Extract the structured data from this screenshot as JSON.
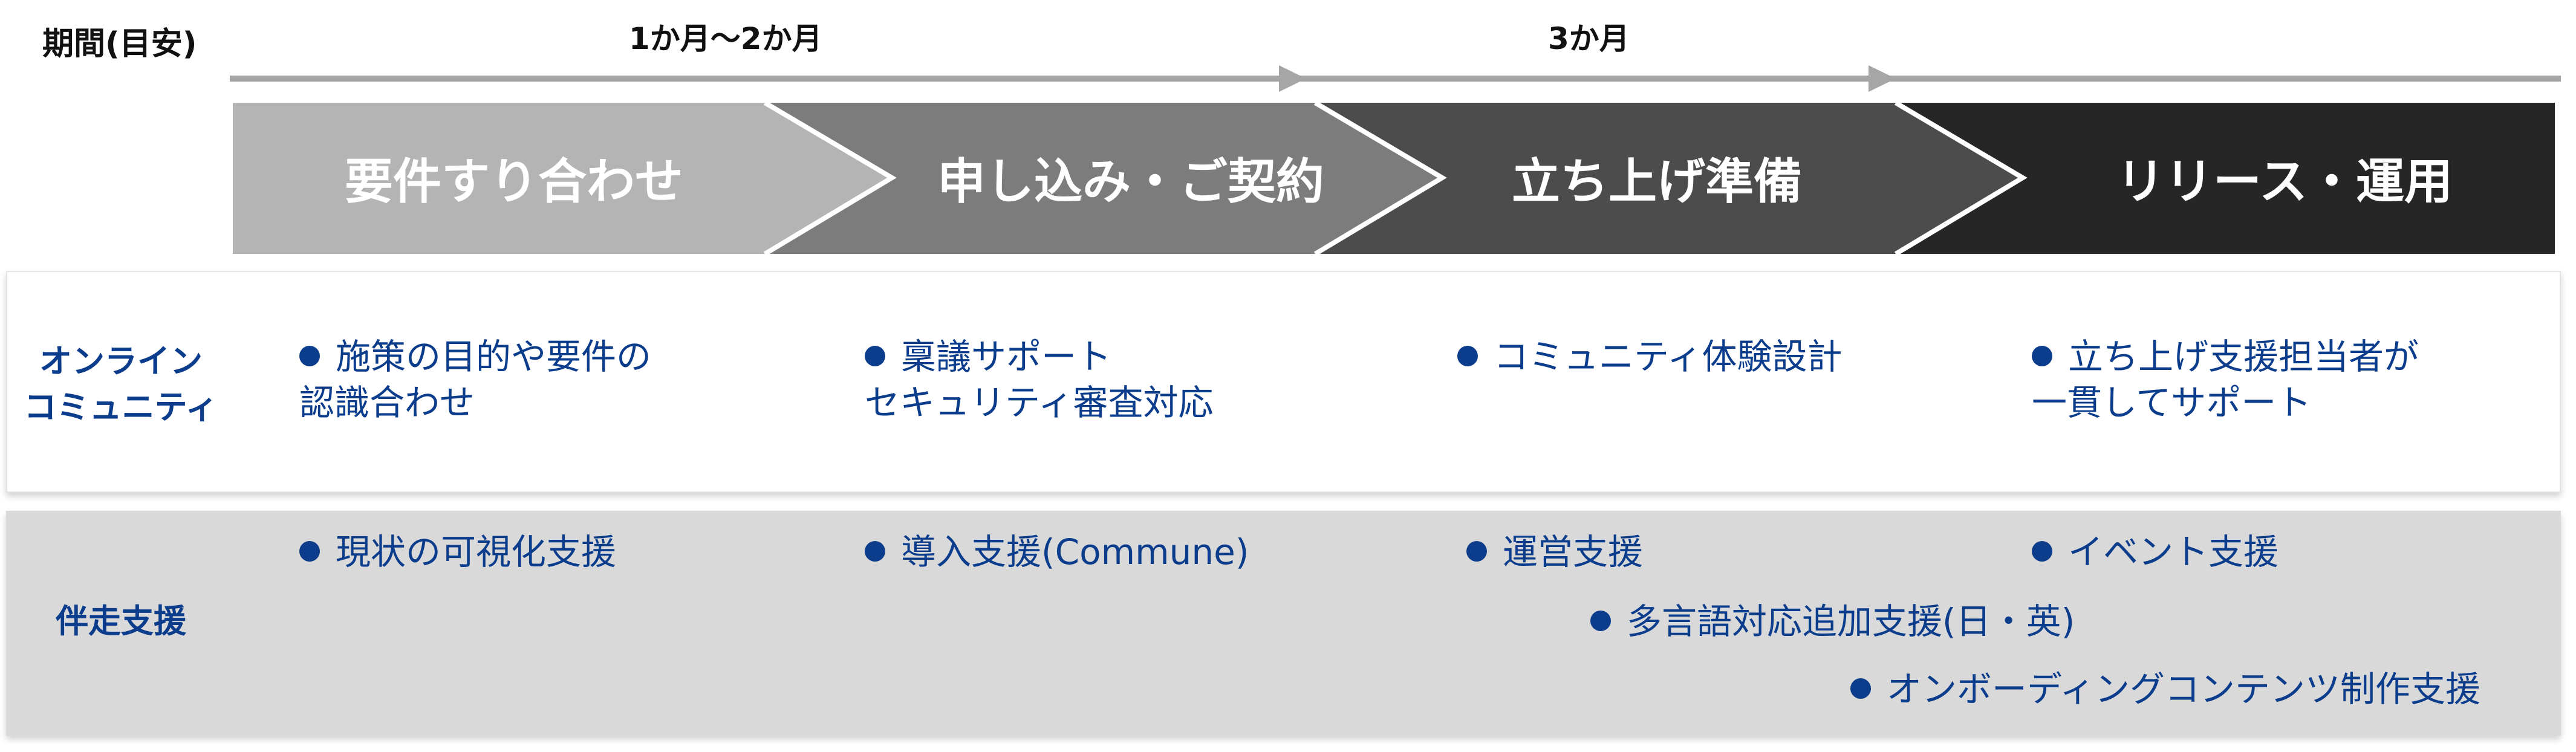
{
  "header": {
    "period_label": "期間(目安)",
    "duration_1": "1か月～2か月",
    "duration_2": "3か月"
  },
  "phases": [
    {
      "label": "要件すり合わせ",
      "color": "#b4b4b4"
    },
    {
      "label": "申し込み・ご契約",
      "color": "#7c7c7c"
    },
    {
      "label": "立ち上げ準備",
      "color": "#4c4c4c"
    },
    {
      "label": "リリース・運用",
      "color": "#262626"
    }
  ],
  "colors": {
    "accent_blue": "#0b3d8c",
    "timeline_gray": "#a6a6a6",
    "panel_gray": "#d9d9d9"
  },
  "rows": {
    "online_community": {
      "label_line1": "オンライン",
      "label_line2": "コミュニティ",
      "items": [
        {
          "line1": "施策の目的や要件の",
          "line2": "認識合わせ"
        },
        {
          "line1": "稟議サポート",
          "line2": "セキュリティ審査対応"
        },
        {
          "line1": "コミュニティ体験設計"
        },
        {
          "line1": "立ち上げ支援担当者が",
          "line2": "一貫してサポート"
        }
      ]
    },
    "support": {
      "label": "伴走支援",
      "items": [
        "現状の可視化支援",
        "導入支援(Commune)",
        "運営支援",
        "イベント支援",
        "多言語対応追加支援(日・英)",
        "オンボーディングコンテンツ制作支援"
      ]
    }
  }
}
